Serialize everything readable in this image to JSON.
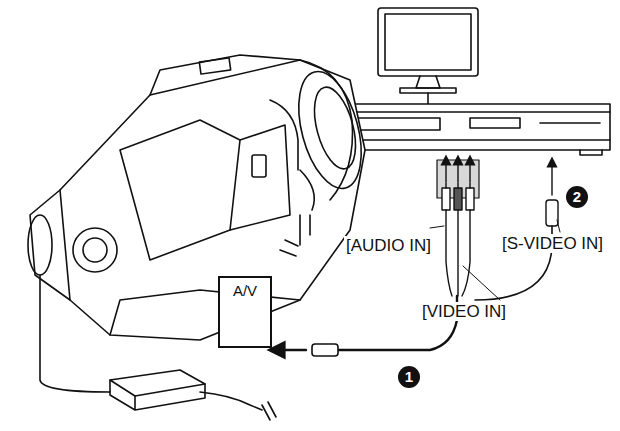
{
  "diagram": {
    "nodes": [
      {
        "text": [
          "A/V"
        ]
      }
    ],
    "labels": [
      "[AUDIO IN]",
      "[VIDEO IN]",
      "[S-VIDEO IN]",
      "1",
      "2"
    ]
  }
}
